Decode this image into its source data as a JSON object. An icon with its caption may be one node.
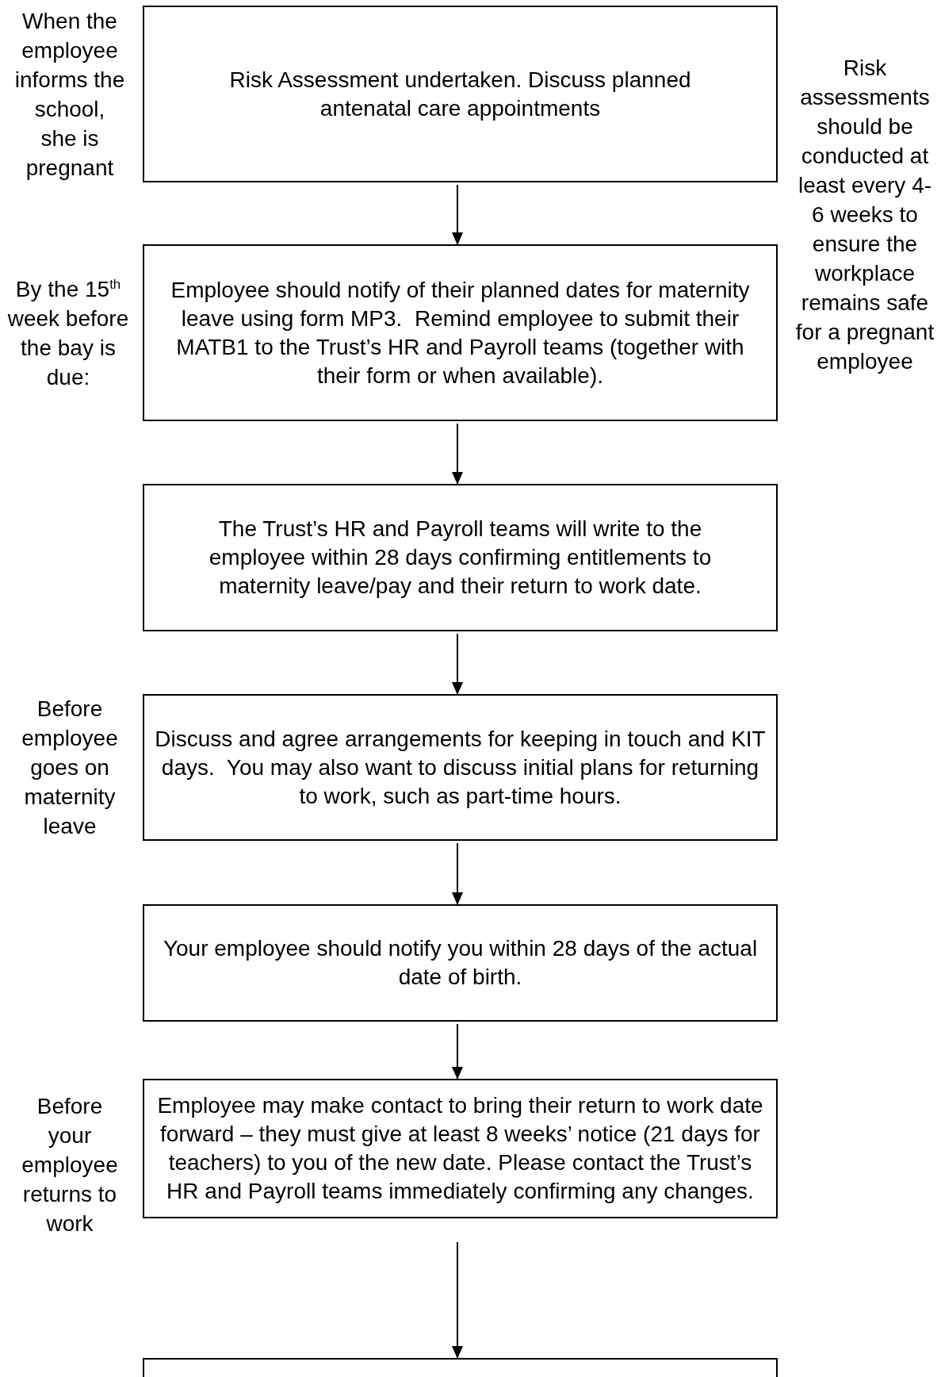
{
  "diagram": {
    "nodes": [
      {
        "text": [
          "Risk Assessment undertaken. Discuss planned antenatal care appointments"
        ],
        "beside": [
          "When the employee informs the school, she is pregnant"
        ]
      },
      {
        "text": [
          "Employee should notify of their planned dates for maternity leave using form MP3.  Remind employee to submit their MATB1 to the Trust’s HR and Payroll teams (together with their form or when available)."
        ],
        "beside": [
          "By the 15$^{th}$ week before the bay is due:"
        ]
      },
      {
        "text": [
          "The Trust’s HR and Payroll teams will write to the employee within 28 days confirming entitlements to maternity leave/pay and their return to work date."
        ]
      },
      {
        "text": [
          "Discuss and agree arrangements for keeping in touch and KIT days.  You may also want to discuss initial plans for returning to work, such as part-time hours."
        ],
        "beside": [
          "Before employee goes on maternity leave"
        ]
      },
      {
        "text": [
          "Your employee should notify you within 28 days of the actual date of birth."
        ]
      },
      {
        "text": [
          "Employee may make contact to bring their return to work date forward – they must give at least 8 weeks’ notice (21 days for teachers) to you of the new date. Please contact the Trust’s HR and Payroll teams immediately confirming any changes."
        ],
        "beside": [
          "Before your employee returns to work"
        ]
      },
      {
        "text": [],
        "shape": "box"
      }
    ],
    "edges": [
      {
        "from": 0,
        "to": 1,
        "arrow": "to"
      },
      {
        "from": 1,
        "to": 2,
        "arrow": "to"
      },
      {
        "from": 2,
        "to": 3,
        "arrow": "to"
      },
      {
        "from": 3,
        "to": 4,
        "arrow": "to"
      },
      {
        "from": 4,
        "to": 5,
        "arrow": "to"
      },
      {
        "from": 5,
        "to": 6,
        "arrow": "to"
      }
    ],
    "labels": [
      "Risk assessments should be conducted at least every 4-6 weeks to ensure the workplace remains safe for a pregnant employee"
    ]
  }
}
